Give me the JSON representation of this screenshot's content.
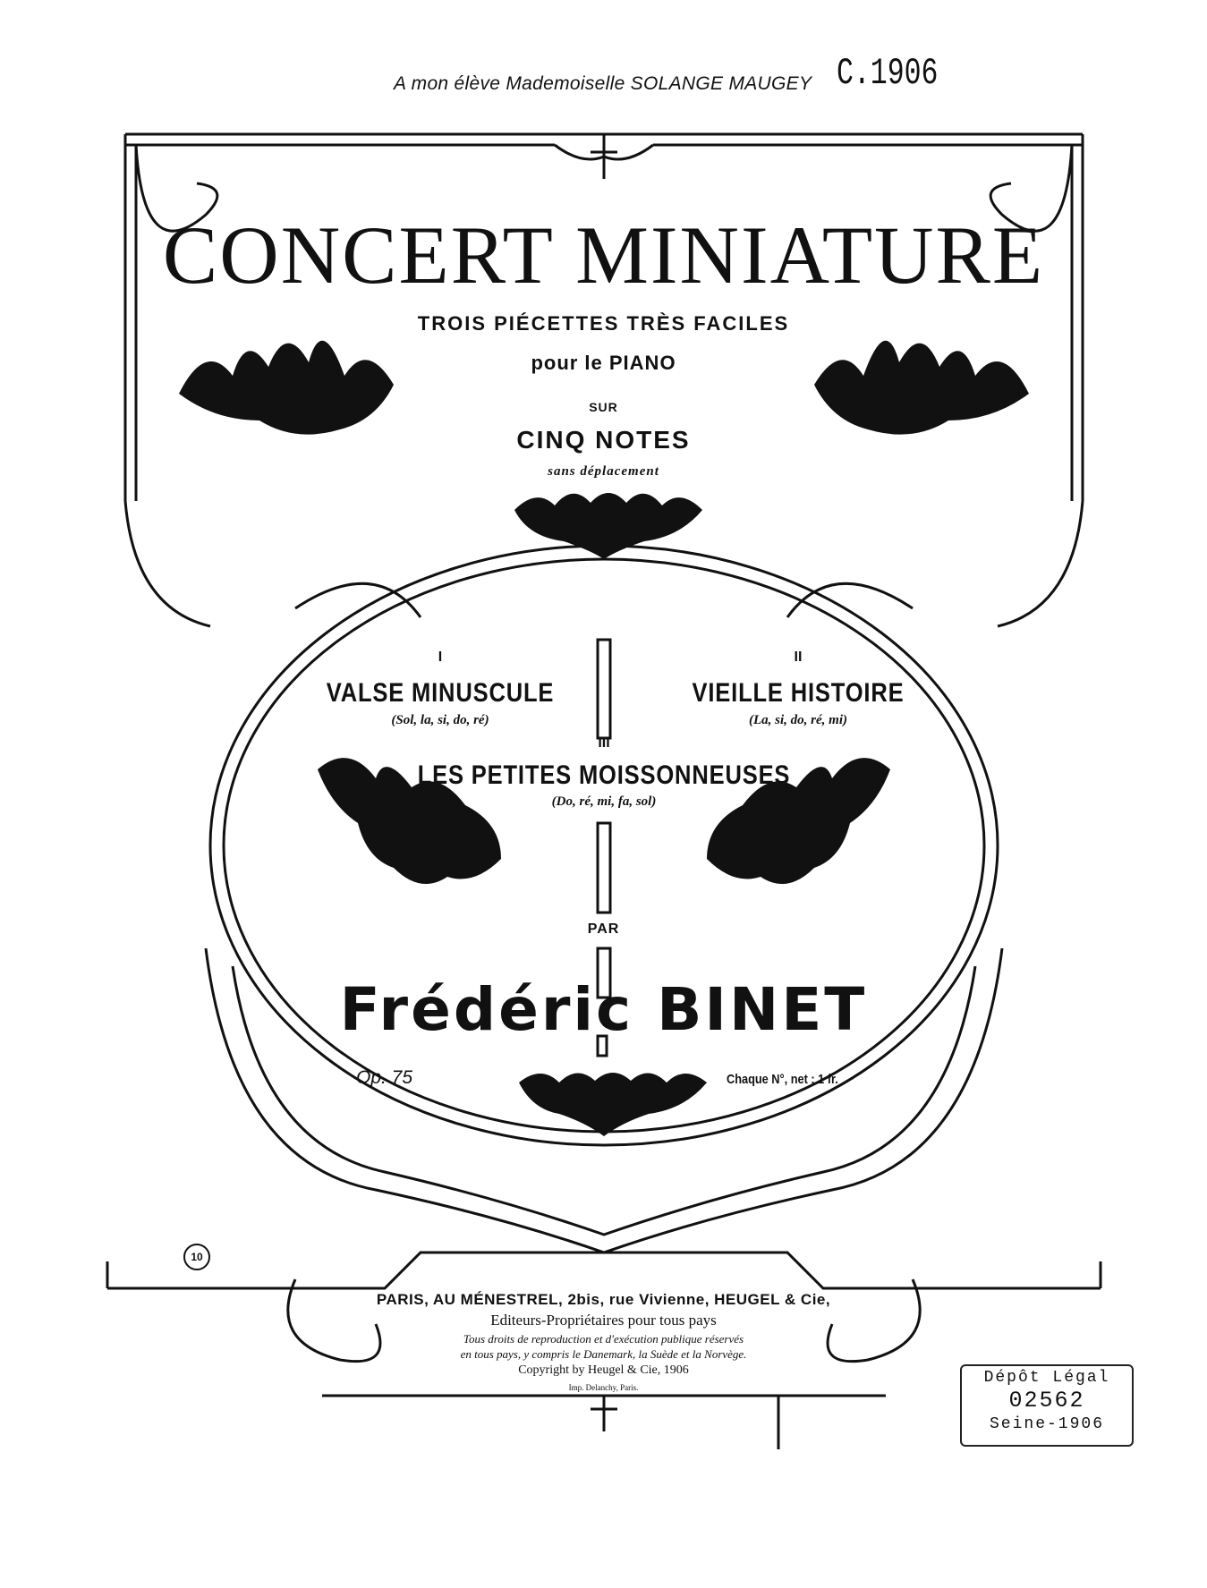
{
  "dedication": "A mon élève Mademoiselle SOLANGE MAUGEY",
  "handwritten_number": "C.1906",
  "title": "CONCERT MINIATURE",
  "subtitle_1": "TROIS PIÉCETTES TRÈS FACILES",
  "subtitle_2": "pour le PIANO",
  "sur": "SUR",
  "cinq_notes": "CINQ NOTES",
  "sans_deplacement": "sans déplacement",
  "pieces": [
    {
      "number": "I",
      "title": "VALSE MINUSCULE",
      "notes": "(Sol, la, si, do, ré)"
    },
    {
      "number": "II",
      "title": "VIEILLE HISTOIRE",
      "notes": "(La, si, do, ré, mi)"
    },
    {
      "number": "III",
      "title": "LES PETITES MOISSONNEUSES",
      "notes": "(Do, ré, mi, fa, sol)"
    }
  ],
  "par": "PAR",
  "composer": "Frédéric BINET",
  "opus": "Op. 75",
  "price": "Chaque N°, net : 1 fr.",
  "plate_mark": "10",
  "publisher": {
    "line1": "PARIS, AU MÉNESTREL, 2bis, rue Vivienne, HEUGEL & Cie,",
    "line2": "Editeurs-Propriétaires pour tous pays",
    "line3": "Tous droits de reproduction et d'exécution publique réservés",
    "line4": "en tous pays, y compris le Danemark, la Suède et la Norvège.",
    "line5": "Copyright by Heugel & Cie, 1906",
    "line6": "Imp. Delanchy, Paris."
  },
  "stamp": {
    "line1": "Dépôt Légal",
    "line2": "02562",
    "line3": "Seine-1906"
  },
  "colors": {
    "ink": "#111111",
    "paper": "#ffffff"
  }
}
